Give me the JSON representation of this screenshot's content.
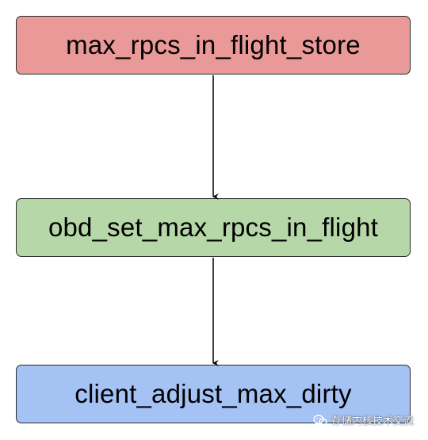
{
  "nodes": [
    {
      "label": "max_rpcs_in_flight_store",
      "color": "#ea9999"
    },
    {
      "label": "obd_set_max_rpcs_in_flight",
      "color": "#b6d7a8"
    },
    {
      "label": "client_adjust_max_dirty",
      "color": "#a4c2f4"
    }
  ],
  "edges": [
    {
      "from": "max_rpcs_in_flight_store",
      "to": "obd_set_max_rpcs_in_flight"
    },
    {
      "from": "obd_set_max_rpcs_in_flight",
      "to": "client_adjust_max_dirty"
    }
  ],
  "watermark": {
    "text": "存储内核技术交流",
    "icon": "wechat-icon"
  }
}
